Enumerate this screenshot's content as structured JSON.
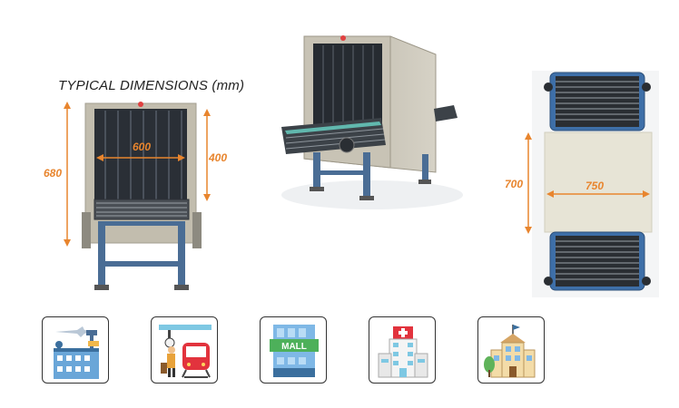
{
  "heading": "TYPICAL DIMENSIONS (mm)",
  "dimensions": {
    "front_height": "680",
    "tunnel_width": "600",
    "tunnel_height": "400",
    "top_length": "700",
    "top_width": "750"
  },
  "colors": {
    "dimension_accent": "#e8852e",
    "machine_body": "#bdb8a8",
    "curtain": "#2a2f36",
    "frame_blue": "#4a6d95"
  },
  "use_cases": [
    {
      "icon": "airport-icon"
    },
    {
      "icon": "train-station-icon"
    },
    {
      "icon": "mall-icon"
    },
    {
      "icon": "hospital-icon"
    },
    {
      "icon": "school-icon"
    }
  ],
  "mall_sign": "MALL"
}
